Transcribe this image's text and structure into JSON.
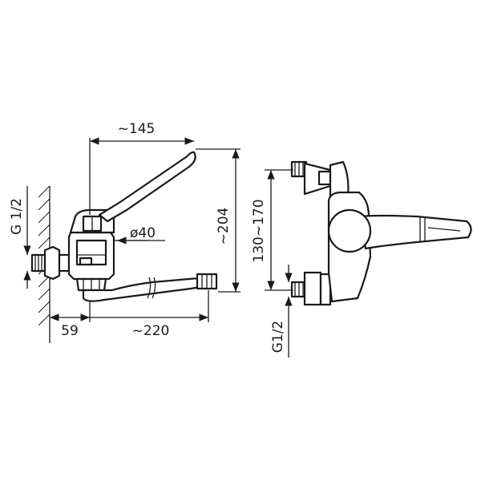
{
  "dimensions": {
    "handle_width": "~145",
    "height": "~204",
    "body_diameter": "ø40",
    "wall_offset": "59",
    "spout_length": "~220",
    "thread_left": "G 1/2",
    "spacing": "130~170",
    "thread_right": "G1/2"
  },
  "colors": {
    "line": "#1a1a1a",
    "background": "#ffffff"
  }
}
